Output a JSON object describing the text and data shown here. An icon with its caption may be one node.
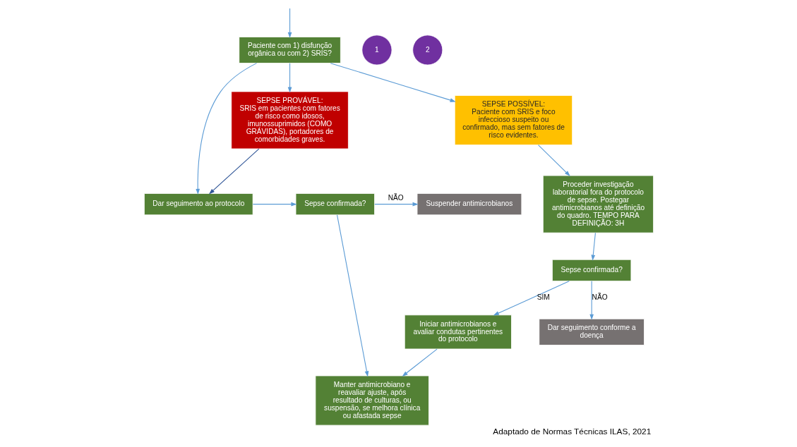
{
  "diagram": {
    "caption": "Adaptado de Normas Técnicas ILAS, 2021",
    "nodes": [
      {
        "text": [
          "Paciente com 1) disfunção orgânica ou com 2) SRIS?"
        ]
      },
      {
        "text": [
          "1"
        ]
      },
      {
        "text": [
          "2"
        ]
      },
      {
        "text": [
          "Dar seguimento ao protocolo"
        ]
      },
      {
        "text": [
          "Sepse confirmada?"
        ]
      },
      {
        "text": [
          "Suspender antimicrobianos"
        ]
      },
      {
        "text": [
          "Manter antimicrobiano e reavaliar ajuste, após resultado de culturas, ou suspensão, se melhora clínica ou afastada sepse"
        ]
      },
      {
        "text": [
          "Iniciar antimicrobianos e avaliar condutas pertinentes do protocolo"
        ]
      },
      {
        "text": [
          "SEPSE PROVÁVEL:",
          "SRIS em pacientes com fatores de risco como idosos, imunossuprimidos (COMO GRÁVIDAS), portadores de comorbidades graves."
        ]
      },
      {
        "text": [
          "SEPSE POSSÍVEL:",
          "Paciente com SRIS e foco infeccioso suspeito ou confirmado, mas sem fatores de risco evidentes."
        ]
      },
      {
        "text": [
          "Proceder investigação laboratorial fora do protocolo de sepse. Postegar antimicrobianos até definição do quadro. TEMPO PARA DEFINIÇÃO: 3H"
        ]
      },
      {
        "text": [
          "Sepse confirmada?"
        ]
      },
      {
        "text": [
          "Dar seguimento conforme a doença"
        ]
      }
    ],
    "edges": [
      {
        "from": null,
        "to": 0,
        "arrow": "to"
      },
      {
        "from": 0,
        "to": 3,
        "arrow": "to"
      },
      {
        "from": 3,
        "to": 4,
        "arrow": "to"
      },
      {
        "from": 4,
        "to": 5,
        "arrow": "to",
        "label": "NÃO"
      },
      {
        "from": 4,
        "to": 6,
        "arrow": "to"
      },
      {
        "from": 7,
        "to": 6,
        "arrow": "to"
      },
      {
        "from": 0,
        "to": 8,
        "arrow": "to"
      },
      {
        "from": 0,
        "to": 9,
        "arrow": "to"
      },
      {
        "from": 8,
        "to": 3,
        "arrow": "to",
        "color": "#2f5597"
      },
      {
        "from": 9,
        "to": 10,
        "arrow": "to"
      },
      {
        "from": 10,
        "to": 11,
        "arrow": "to"
      },
      {
        "from": 11,
        "to": 12,
        "arrow": "to",
        "label": "NÃO"
      },
      {
        "from": 11,
        "to": 7,
        "arrow": "to",
        "label": "SIM"
      }
    ]
  }
}
